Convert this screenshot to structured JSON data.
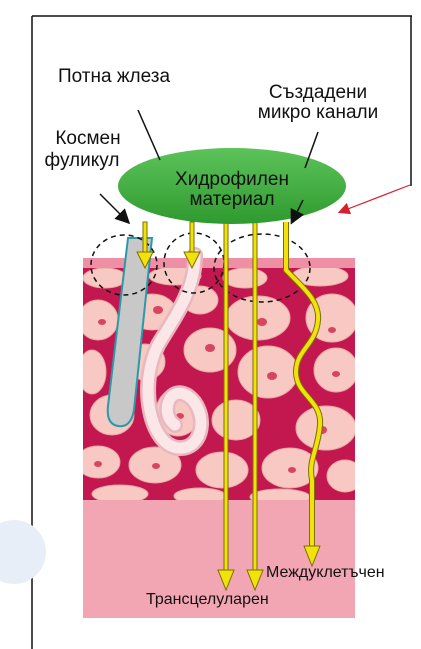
{
  "colors": {
    "frame": "#111111",
    "hydrophilic_material": "#3aaa35",
    "tissue_dark": "#c2184f",
    "tissue_light": "#f2a6b4",
    "cell_fill": "#f7c9c2",
    "cell_nucleus": "#d8455f",
    "channel_arrow": "#f2e20c",
    "follicle": "#c8c8c8",
    "sweat_gland": "#fbe6e8",
    "pointer_arrow": "#d62030",
    "side_circle": "#e8eef8"
  },
  "labels": {
    "sweat_gland": "Потна жлеза",
    "micro_channels_line1": "Създадени",
    "micro_channels_line2": "микро канали",
    "hair_follicle_line1": "Космен",
    "hair_follicle_line2": "фуликул",
    "hydrophilic_line1": "Хидрофилен",
    "hydrophilic_line2": "материал",
    "intercellular": "Междуклетъчен",
    "transcellular": "Трансцелуларен"
  }
}
